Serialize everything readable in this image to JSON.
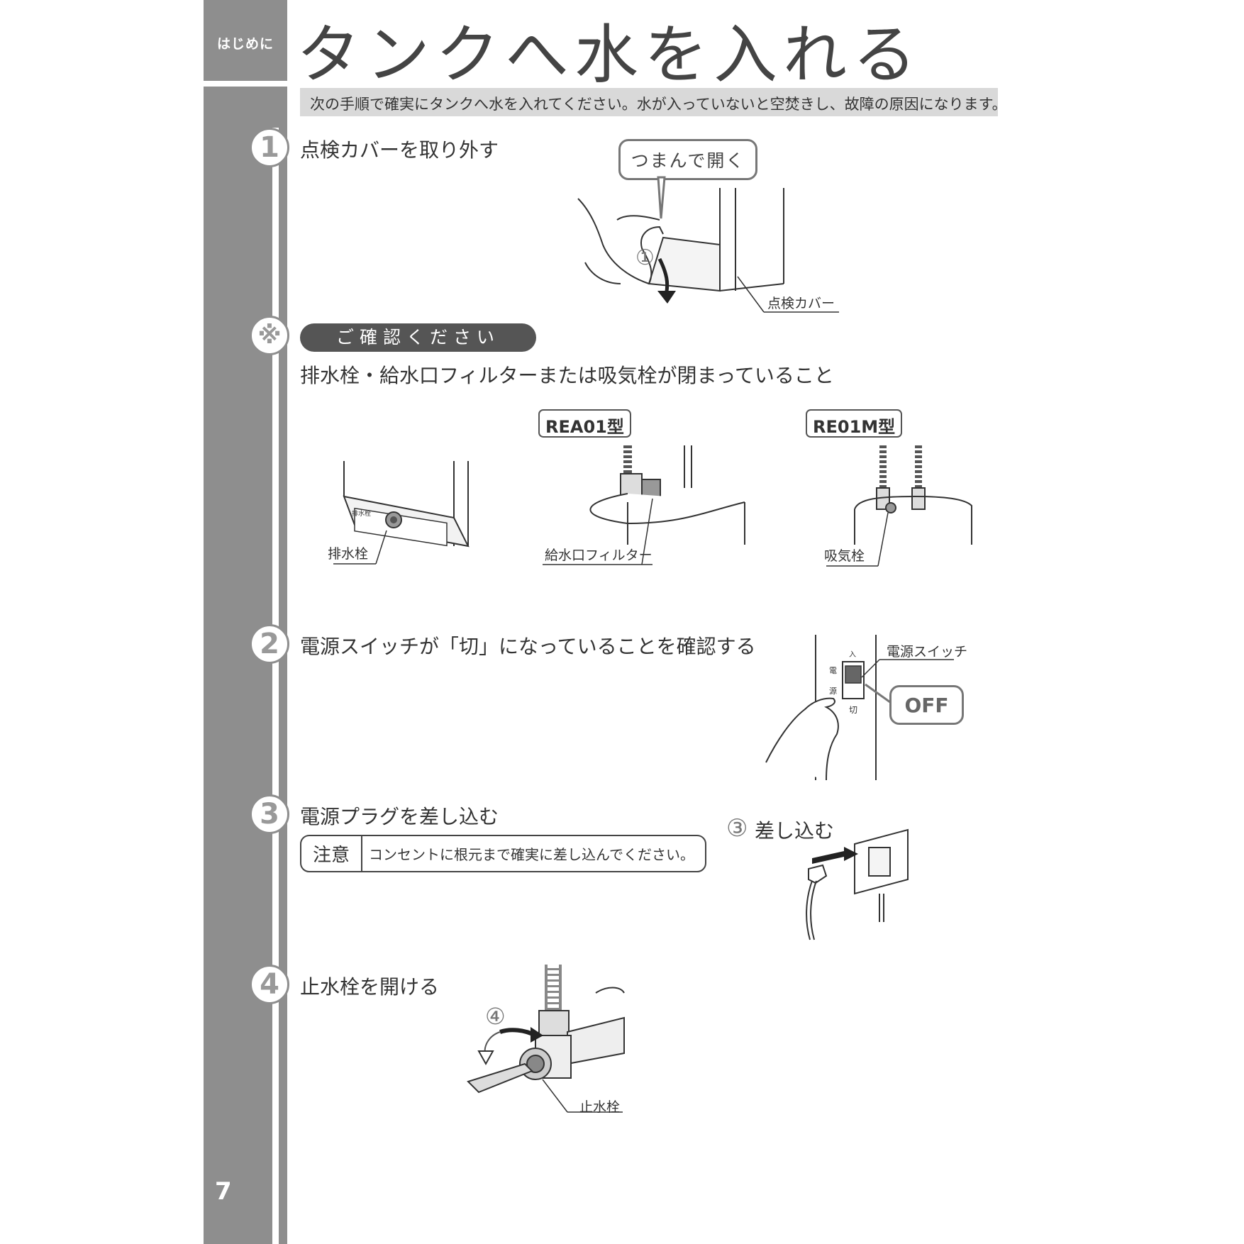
{
  "sidebar": {
    "section": "はじめに",
    "page_number": "7"
  },
  "title": "タンクへ水を入れる",
  "intro": "次の手順で確実にタンクへ水を入れてください。水が入っていないと空焚きし、故障の原因になります。",
  "steps": [
    {
      "number": "1",
      "title": "点検カバーを取り外す",
      "bubble": "つまんで開く",
      "marker": "①",
      "label": "点検カバー"
    },
    {
      "number": "2",
      "title": "電源スイッチが「切」になっていることを確認する",
      "label": "電源スイッチ",
      "bubble": "OFF",
      "panel": {
        "on": "入",
        "off": "切",
        "side1": "電",
        "side2": "源"
      }
    },
    {
      "number": "3",
      "title": "電源プラグを差し込む",
      "caution_label": "注意",
      "caution_text": "コンセントに根元まで確実に差し込んでください。",
      "marker": "③",
      "action": "差し込む"
    },
    {
      "number": "4",
      "title": "止水栓を開ける",
      "marker": "④",
      "label": "止水栓"
    }
  ],
  "confirm": {
    "marker": "※",
    "heading": "ご確認ください",
    "text": "排水栓・給水口フィルターまたは吸気栓が閉まっていること",
    "illustrations": [
      {
        "model": "",
        "label": "排水栓",
        "plate": "排水栓"
      },
      {
        "model": "REA01型",
        "label": "給水口フィルター"
      },
      {
        "model": "RE01M型",
        "label": "吸気栓"
      }
    ]
  }
}
